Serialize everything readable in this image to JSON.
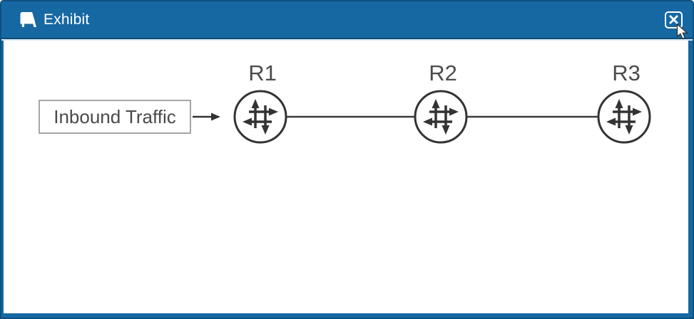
{
  "window": {
    "title": "Exhibit"
  },
  "titlebar": {
    "icons": {
      "app": "easel-exhibit-icon",
      "close": "boxed-x-close-icon"
    }
  },
  "colors": {
    "titlebar_blue": "#1668a2",
    "window_border_dark": "#0d5180",
    "separator_light": "#d9e7f2",
    "diagram_stroke": "#333333",
    "connection_line": "#3a3a3a",
    "label_gray": "#4c4c4c",
    "box_border_gray": "#909090"
  },
  "diagram": {
    "type": "network-topology",
    "source_box": {
      "label": "Inbound Traffic"
    },
    "routers": [
      {
        "id": "R1",
        "label": "R1",
        "icon": "juniper-router-icon"
      },
      {
        "id": "R2",
        "label": "R2",
        "icon": "juniper-router-icon"
      },
      {
        "id": "R3",
        "label": "R3",
        "icon": "juniper-router-icon"
      }
    ],
    "connections": [
      {
        "from": "Inbound Traffic",
        "to": "R1",
        "style": "arrow"
      },
      {
        "from": "R1",
        "to": "R2",
        "style": "line"
      },
      {
        "from": "R2",
        "to": "R3",
        "style": "line"
      }
    ]
  }
}
